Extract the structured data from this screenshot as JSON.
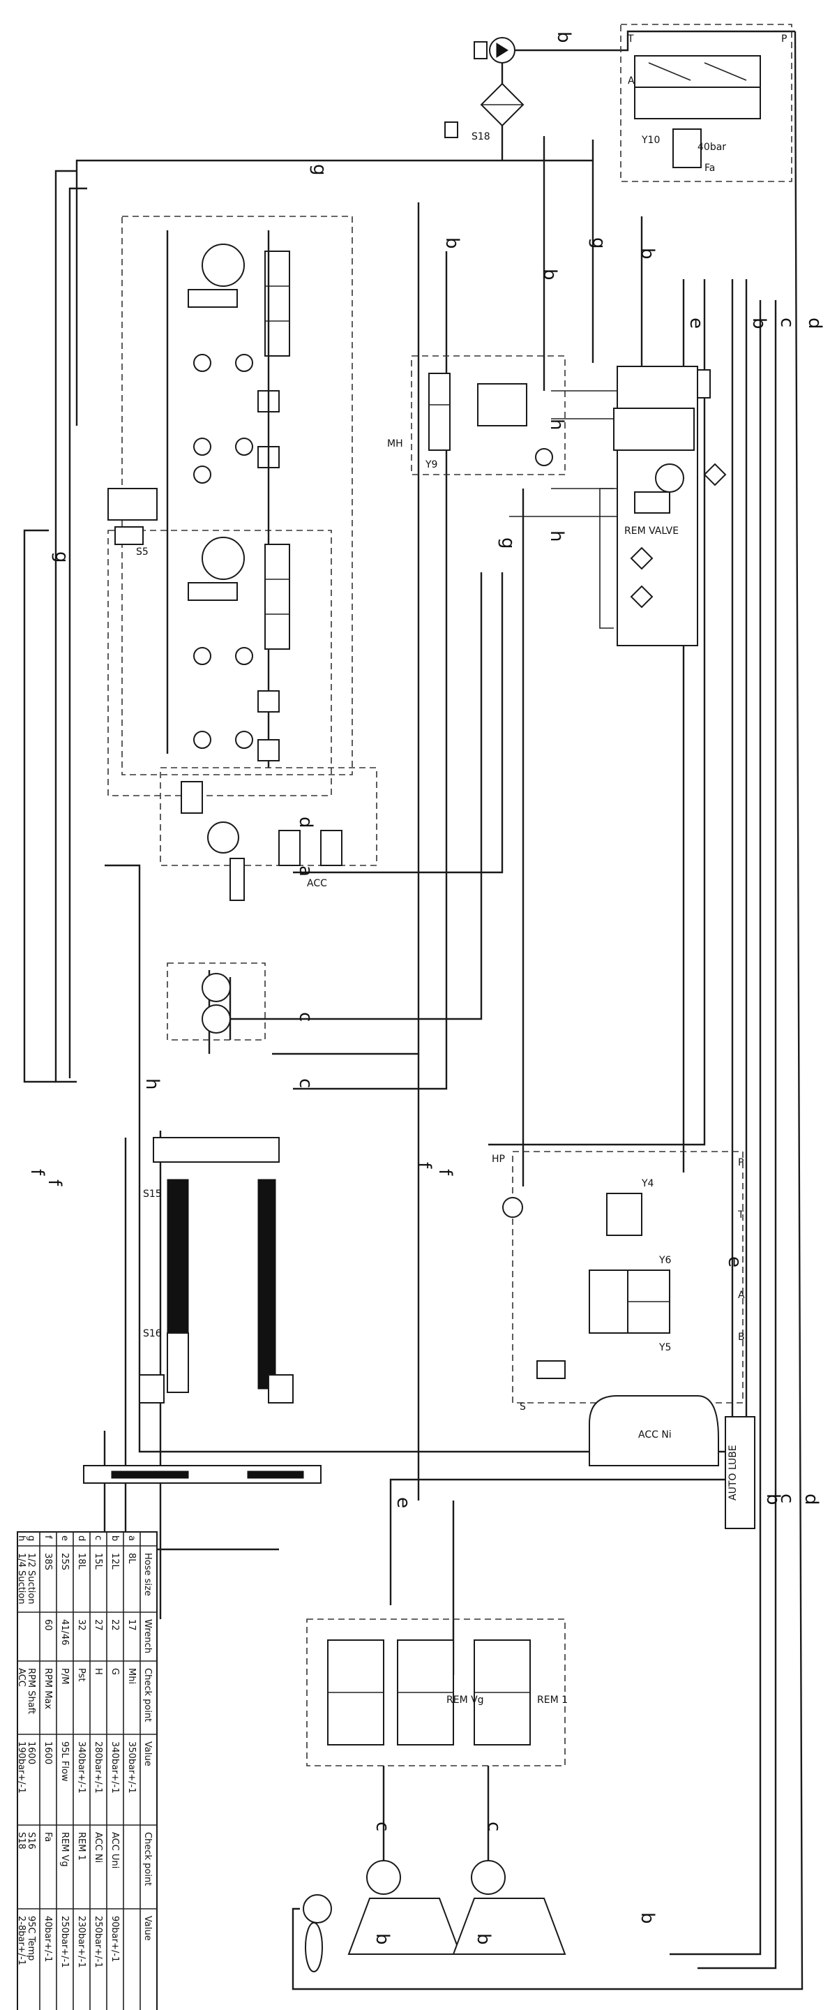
{
  "line_letters": {
    "a": "a",
    "b": "b",
    "c": "c",
    "d": "d",
    "e": "e",
    "f": "f",
    "g": "g",
    "h": "h"
  },
  "component_labels": {
    "y9": "Y9",
    "y4": "Y4",
    "y5": "Y5",
    "y6": "Y6",
    "y10": "Y10",
    "s5": "S5",
    "s15": "S15",
    "s16": "S16",
    "s18": "S18",
    "bar40": "40bar",
    "fa": "Fa",
    "hp": "HP",
    "p": "P",
    "t": "T",
    "a_port": "A",
    "b_port": "B",
    "s_port": "S",
    "mh": "MH",
    "acc": "ACC",
    "acc_ni": "ACC Ni",
    "auto_lube": "AUTO LUBE",
    "rem_valve": "REM VALVE",
    "rem1": "REM 1",
    "rem_vg": "REM Vg"
  },
  "table": {
    "headers": [
      "Hose size",
      "Wrench",
      "Check point",
      "Value",
      "Check point",
      "Value"
    ],
    "rows": [
      [
        "a",
        "8L",
        "17",
        "Mhi",
        "350bar+/-1",
        "",
        ""
      ],
      [
        "b",
        "12L",
        "22",
        "G",
        "340bar+/-1",
        "ACC Uni",
        "90bar+/-1"
      ],
      [
        "c",
        "15L",
        "27",
        "H",
        "280bar+/-1",
        "ACC Ni",
        "250bar+/-1"
      ],
      [
        "d",
        "18L",
        "32",
        "Pst",
        "340bar+/-1",
        "REM 1",
        "230bar+/-1"
      ],
      [
        "e",
        "25S",
        "41/46",
        "P/M",
        "95L Flow",
        "REM Vg",
        "250bar+/-1"
      ],
      [
        "f",
        "38S",
        "60",
        "RPM Max",
        "1600",
        "Fa",
        "40bar+/-1"
      ],
      [
        "g",
        "1/2 Suction",
        "",
        "RPM Shaft",
        "1600",
        "S16",
        "95C Temp"
      ],
      [
        "h",
        "1/4 Suction",
        "",
        "ACC",
        "190bar+/-1",
        "S18",
        "2-8bar+/-1"
      ]
    ]
  }
}
